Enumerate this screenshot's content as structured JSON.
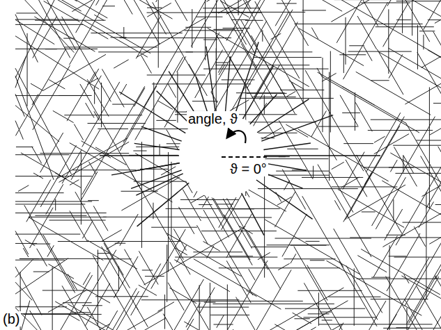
{
  "diagram": {
    "labels": [
      "angle, ϑ",
      "ϑ = 0°",
      "(b)"
    ]
  }
}
